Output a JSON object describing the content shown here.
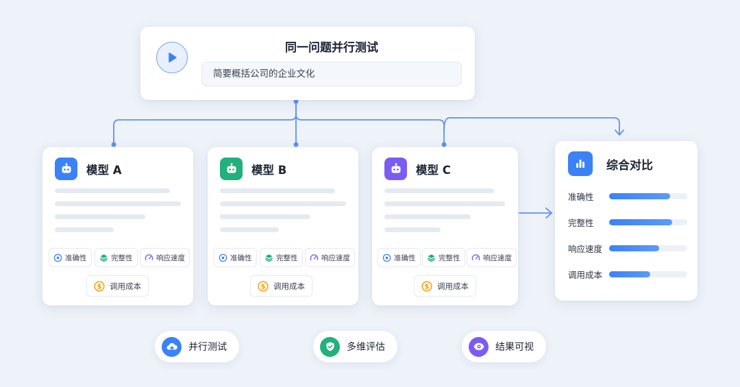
{
  "header": {
    "title": "同一问题并行测试",
    "prompt": "简要概括公司的企业文化"
  },
  "models": [
    {
      "name": "模型 A",
      "color": "#3b82f6"
    },
    {
      "name": "模型 B",
      "color": "#22b07d"
    },
    {
      "name": "模型 C",
      "color": "#7c5cf0"
    }
  ],
  "criteria": {
    "accuracy": "准确性",
    "completeness": "完整性",
    "response_speed": "响应速度",
    "call_cost": "调用成本"
  },
  "comparison": {
    "title": "综合对比",
    "metrics": [
      {
        "label": "准确性",
        "level": 0.78
      },
      {
        "label": "完整性",
        "level": 0.81
      },
      {
        "label": "响应速度",
        "level": 0.64
      },
      {
        "label": "调用成本",
        "level": 0.53
      }
    ]
  },
  "features": [
    {
      "label": "并行测试",
      "icon": "cloud-upload-icon",
      "color": "#3b82f6"
    },
    {
      "label": "多维评估",
      "icon": "shield-check-icon",
      "color": "#22b07d"
    },
    {
      "label": "结果可视",
      "icon": "eye-icon",
      "color": "#7c5cf0"
    }
  ],
  "colors": {
    "accent": "#3b82f6",
    "connector": "#5b93ee",
    "background": "#eef2f9"
  }
}
